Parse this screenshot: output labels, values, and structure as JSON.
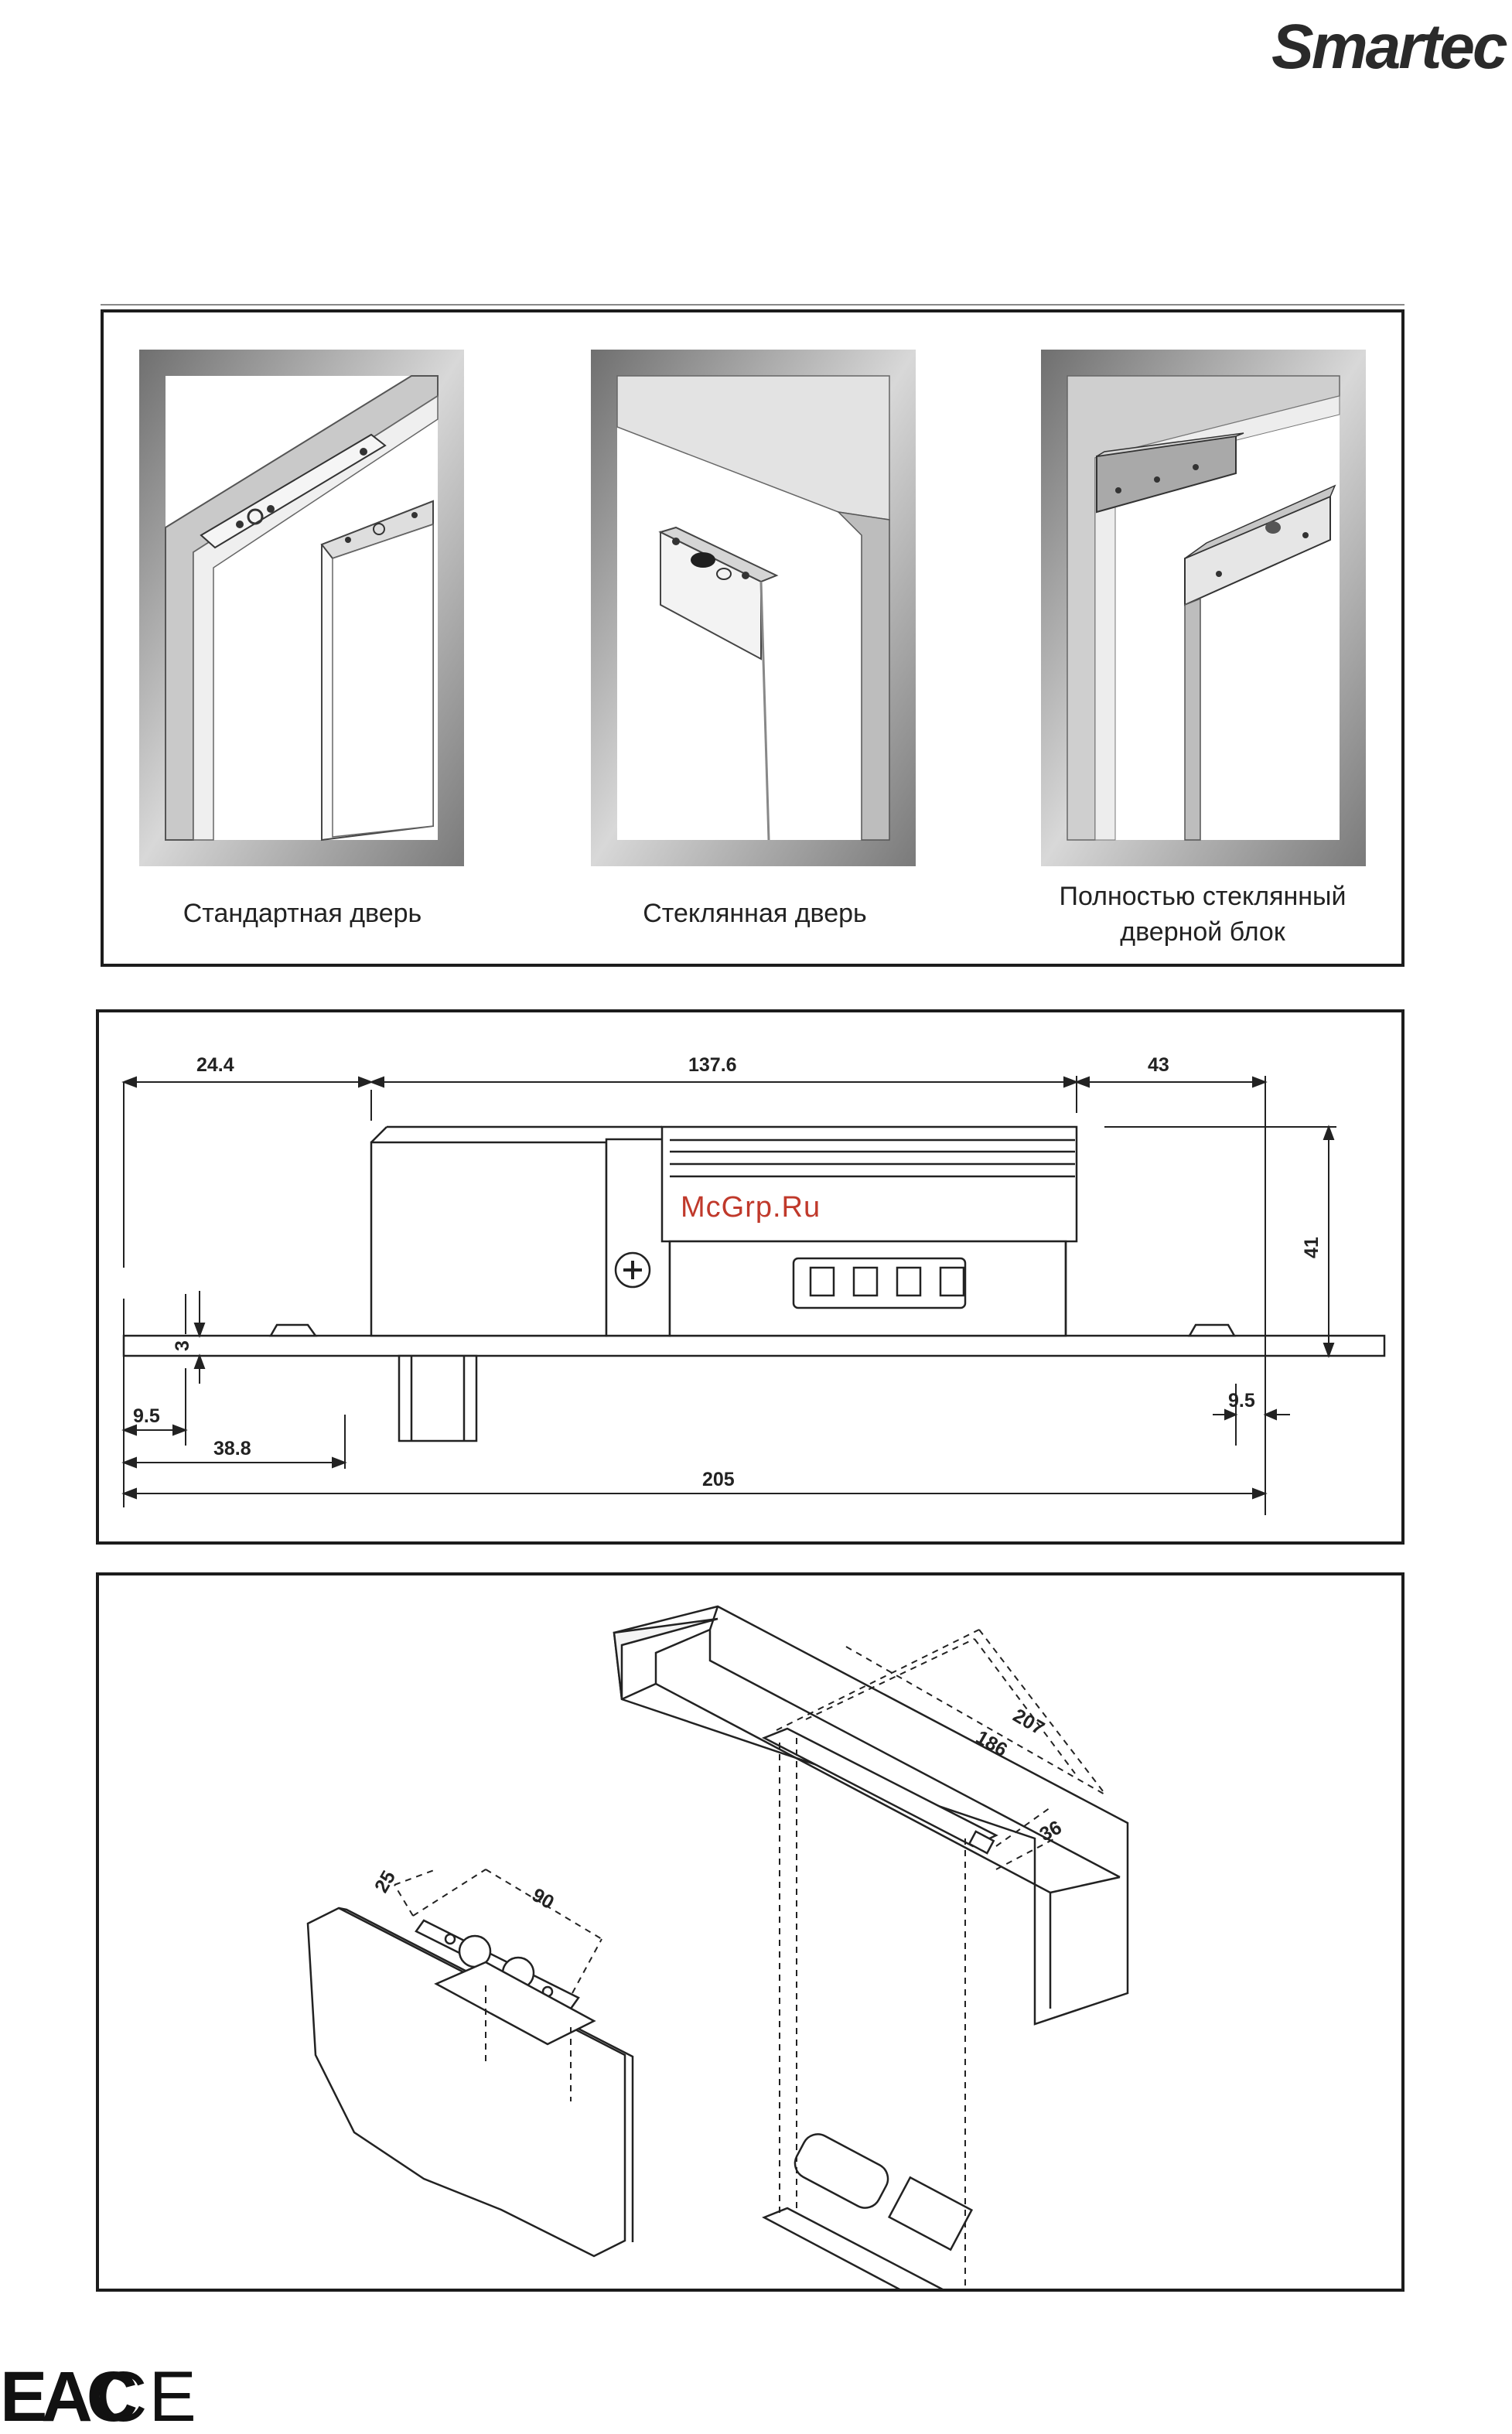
{
  "brand": {
    "logo_text": "Smartec"
  },
  "installation": {
    "captions": [
      {
        "lines": [
          "Стандартная дверь"
        ]
      },
      {
        "lines": [
          "Стеклянная дверь"
        ]
      },
      {
        "lines": [
          "Полностью стеклянный",
          "дверной блок"
        ]
      }
    ]
  },
  "side_view": {
    "dims": {
      "top_left": "24.4",
      "top_middle": "137.6",
      "top_right": "43",
      "height": "41",
      "plate_thickness": "3",
      "left_offset": "9.5",
      "bolt_offset": "38.8",
      "right_offset": "9.5",
      "total_length": "205"
    }
  },
  "watermark": {
    "text": "McGrp.Ru"
  },
  "isometric": {
    "dims": {
      "outer_length": "207",
      "inner_length": "186",
      "width": "36",
      "strike_width": "25",
      "strike_length": "90"
    }
  },
  "certifications": {
    "eac": "EAC",
    "ce": "CE"
  }
}
